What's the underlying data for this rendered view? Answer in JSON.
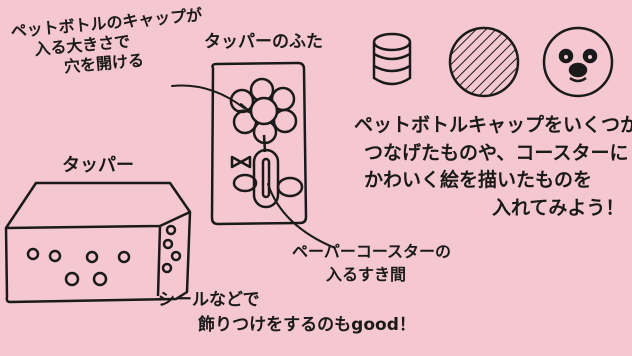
{
  "page": {
    "background_color": "#f5c7d0",
    "ink_color": "#1a1a1a"
  },
  "labels": {
    "hole_note": [
      "ペットボトルのキャップが",
      "入る大きさで",
      "穴を開ける"
    ],
    "lid_label": "タッパーのふた",
    "container_label": "タッパー",
    "right_note": [
      "ペットボトルキャップをいくつか",
      "つなげたものや、コースターに",
      "かわいく絵を描いたものを",
      "入れてみよう！"
    ],
    "gap_note": [
      "ペーパーコースターの",
      "入るすき間"
    ],
    "bottom_note": [
      "シールなどで",
      "飾りつけをするのもgood！"
    ]
  },
  "illustrations": {
    "cap_stack_icon": "stacked-bottle-caps",
    "hatched_circle_icon": "hatched-coaster",
    "panda_icon": "panda-face-coaster",
    "bow_icon": "bow-ribbon",
    "flower_icon": "flower-hole"
  }
}
